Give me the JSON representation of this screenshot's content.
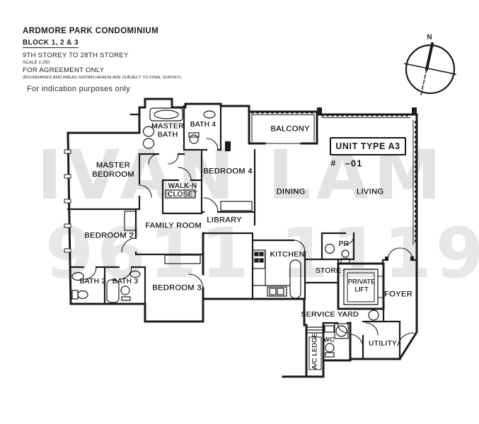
{
  "title_block": {
    "project": "ARDMORE PARK CONDOMINIUM",
    "block": "BLOCK 1, 2 & 3",
    "storey": "9TH STOREY TO 28TH STOREY",
    "scale": "SCALE 1:250",
    "agreement": "FOR AGREEMENT ONLY",
    "disclaimer": "(BOUNDARIES AND AREAS SHOWN HEREIN ARE SUBJECT TO FINAL SURVEY)",
    "indication": "For indication purposes only"
  },
  "unit": {
    "type_label": "UNIT TYPE A3",
    "marker": "#",
    "number": "–01"
  },
  "compass": {
    "north_label": "N"
  },
  "watermark": {
    "line1": "IVAN LAM",
    "line2": "9611 1119"
  },
  "ink_color": "#1b1b1b",
  "watermark_color": "#e3e3e3",
  "rooms": [
    {
      "name": "master-bath",
      "lines": [
        "MASTER",
        "BATH"
      ]
    },
    {
      "name": "bath-4",
      "lines": [
        "BATH 4"
      ]
    },
    {
      "name": "master-bedroom",
      "lines": [
        "MASTER",
        "BEDROOM"
      ]
    },
    {
      "name": "bedroom-4",
      "lines": [
        "BEDROOM 4"
      ]
    },
    {
      "name": "balcony",
      "lines": [
        "BALCONY"
      ]
    },
    {
      "name": "dining",
      "lines": [
        "DINING"
      ]
    },
    {
      "name": "living",
      "lines": [
        "LIVING"
      ]
    },
    {
      "name": "walk-in-closet",
      "lines": [
        "WALK-N",
        "CLOSET"
      ]
    },
    {
      "name": "family-room",
      "lines": [
        "FAMILY ROOM"
      ]
    },
    {
      "name": "library",
      "lines": [
        "LIBRARY"
      ]
    },
    {
      "name": "bedroom-2",
      "lines": [
        "BEDROOM 2"
      ]
    },
    {
      "name": "bedroom-3",
      "lines": [
        "BEDROOM 3"
      ]
    },
    {
      "name": "bath-2",
      "lines": [
        "BATH 2"
      ]
    },
    {
      "name": "bath-3",
      "lines": [
        "BATH 3"
      ]
    },
    {
      "name": "kitchen",
      "lines": [
        "KITCHEN"
      ]
    },
    {
      "name": "pr",
      "lines": [
        "PR"
      ]
    },
    {
      "name": "store",
      "lines": [
        "STORE"
      ]
    },
    {
      "name": "private-lift",
      "lines": [
        "PRIVATE",
        "LIFT"
      ]
    },
    {
      "name": "foyer",
      "lines": [
        "FOYER"
      ]
    },
    {
      "name": "service-yard",
      "lines": [
        "SERVICE YARD"
      ]
    },
    {
      "name": "wc",
      "lines": [
        "WC"
      ]
    },
    {
      "name": "utility",
      "lines": [
        "UTILITY"
      ]
    },
    {
      "name": "ac-ledge",
      "lines": [
        "A/C LEDGE"
      ]
    }
  ]
}
